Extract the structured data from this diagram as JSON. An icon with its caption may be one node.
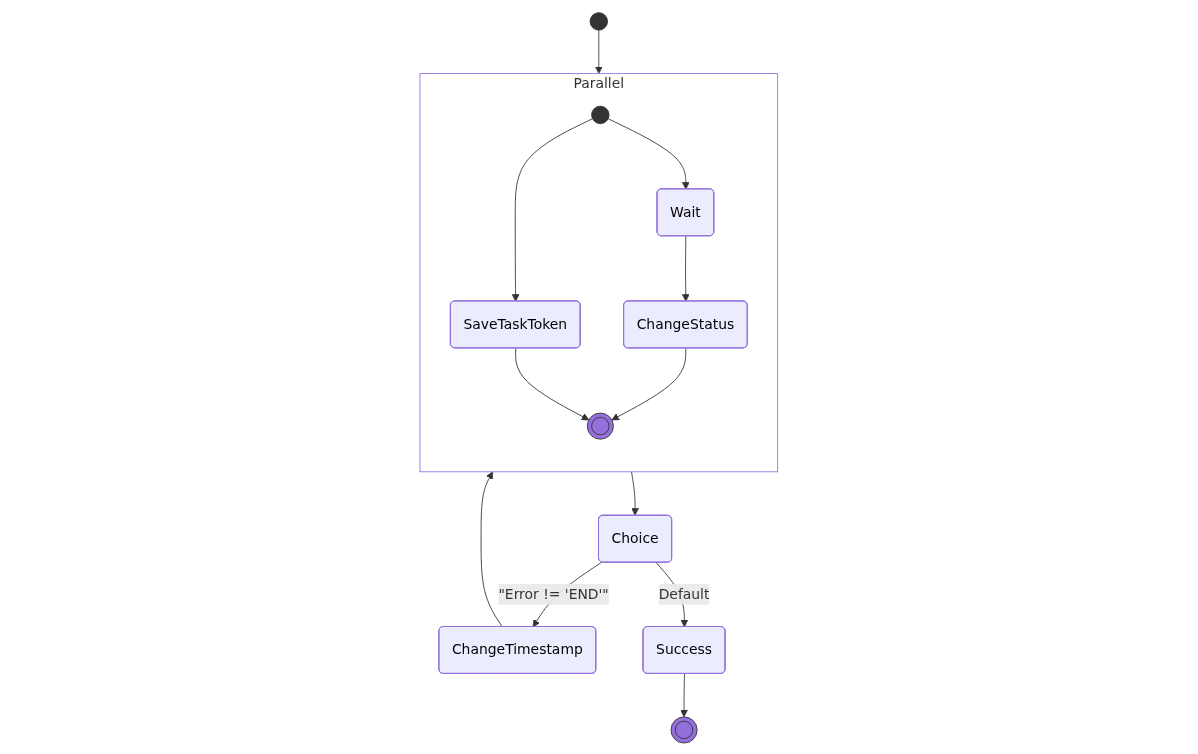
{
  "diagram": {
    "nodes": [
      {
        "text": [],
        "shape": "circle"
      },
      {
        "text": [
          "Parallel"
        ]
      },
      {
        "text": [],
        "shape": "circle",
        "in": 1
      },
      {
        "text": [
          "SaveTaskToken"
        ],
        "in": 1
      },
      {
        "text": [
          "Wait"
        ],
        "in": 1
      },
      {
        "text": [
          "ChangeStatus"
        ],
        "in": 1
      },
      {
        "text": [],
        "shape": "circle",
        "in": 1
      },
      {
        "text": [
          "Choice"
        ]
      },
      {
        "text": [
          "ChangeTimestamp"
        ]
      },
      {
        "text": [
          "Success"
        ]
      },
      {
        "text": [],
        "shape": "circle"
      }
    ],
    "edges": [
      {
        "from": 0,
        "to": 1,
        "arrow": "to"
      },
      {
        "from": 2,
        "to": 3,
        "arrow": "to"
      },
      {
        "from": 2,
        "to": 4,
        "arrow": "to"
      },
      {
        "from": 4,
        "to": 5,
        "arrow": "to"
      },
      {
        "from": 3,
        "to": 6,
        "arrow": "to"
      },
      {
        "from": 5,
        "to": 6,
        "arrow": "to"
      },
      {
        "from": 1,
        "to": 7,
        "arrow": "to"
      },
      {
        "from": 7,
        "to": 8,
        "label": "\"Error != 'END'\"",
        "arrow": "to"
      },
      {
        "from": 7,
        "to": 9,
        "label": "Default",
        "arrow": "to"
      },
      {
        "from": 8,
        "to": 1,
        "arrow": "to"
      },
      {
        "from": 9,
        "to": 10,
        "arrow": "to"
      }
    ]
  }
}
